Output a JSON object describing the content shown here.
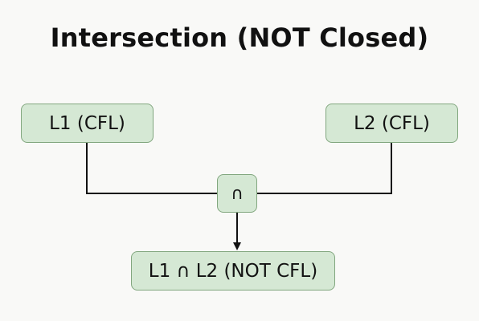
{
  "title": "Intersection (NOT Closed)",
  "nodes": {
    "l1": "L1 (CFL)",
    "l2": "L2 (CFL)",
    "operator": "∩",
    "result": "L1 ∩ L2 (NOT CFL)"
  },
  "colors": {
    "background": "#f9f9f7",
    "node_fill": "#d5e8d4",
    "node_border": "#82a77f",
    "line": "#111111",
    "text": "#111111"
  }
}
